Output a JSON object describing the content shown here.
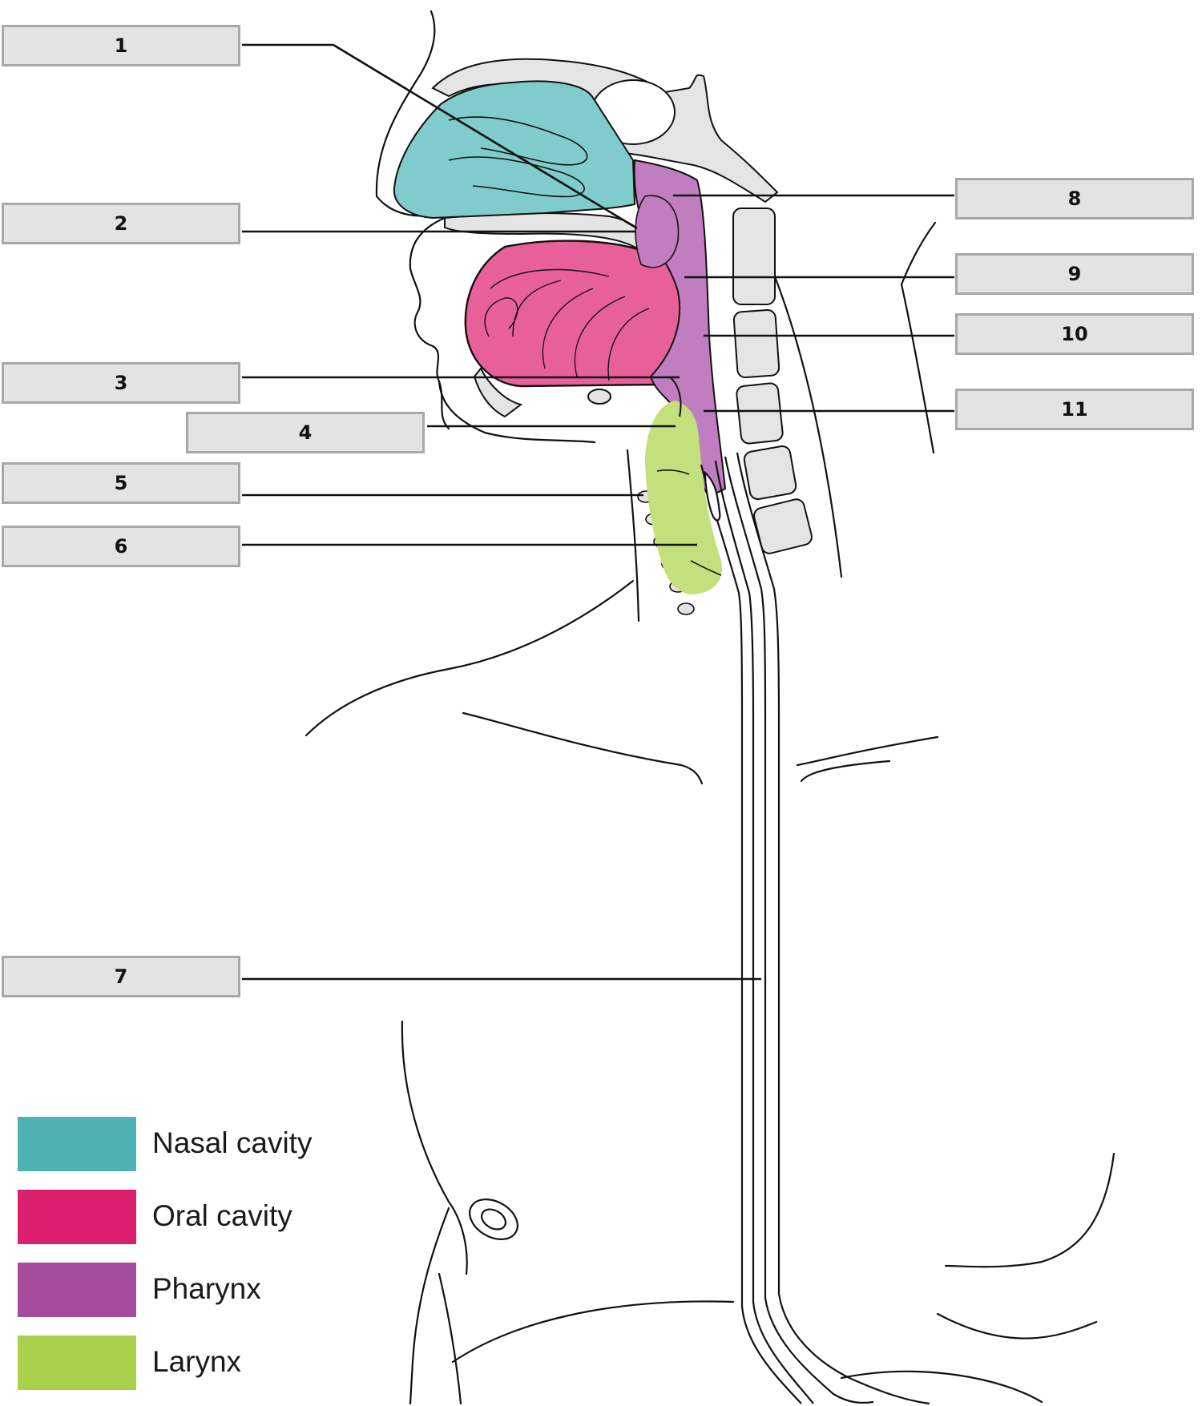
{
  "labels": {
    "l1": "1",
    "l2": "2",
    "l3": "3",
    "l4": "4",
    "l5": "5",
    "l6": "6",
    "l7": "7",
    "l8": "8",
    "l9": "9",
    "l10": "10",
    "l11": "11"
  },
  "legend": [
    {
      "name": "Nasal cavity",
      "color": "#4fb1b1"
    },
    {
      "name": "Oral cavity",
      "color": "#db1e6e"
    },
    {
      "name": "Pharynx",
      "color": "#a54b9c"
    },
    {
      "name": "Larynx",
      "color": "#a9d14b"
    }
  ],
  "region_colors": {
    "nasal_cavity": "#80cccc",
    "oral_cavity": "#e8609a",
    "pharynx": "#c07ec0",
    "larynx": "#c3e07c",
    "bone": "#e4e4e4"
  }
}
